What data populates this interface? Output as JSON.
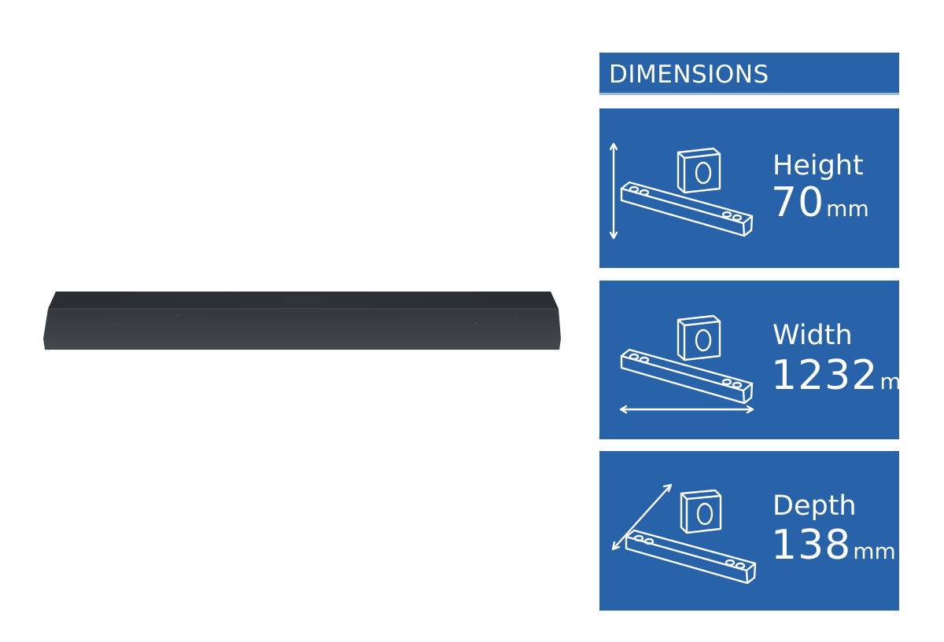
{
  "colors": {
    "panel_blue": "#2862a8",
    "soundbar_dark": "#3b3e43",
    "soundbar_top": "#2b2e33"
  },
  "dimensions": {
    "header": "DIMENSIONS",
    "items": [
      {
        "label": "Height",
        "value": "70",
        "unit": "mm",
        "icon": "height-dimension-icon"
      },
      {
        "label": "Width",
        "value": "1232",
        "unit": "mm",
        "icon": "width-dimension-icon"
      },
      {
        "label": "Depth",
        "value": "138",
        "unit": "mm",
        "icon": "depth-dimension-icon"
      }
    ]
  }
}
